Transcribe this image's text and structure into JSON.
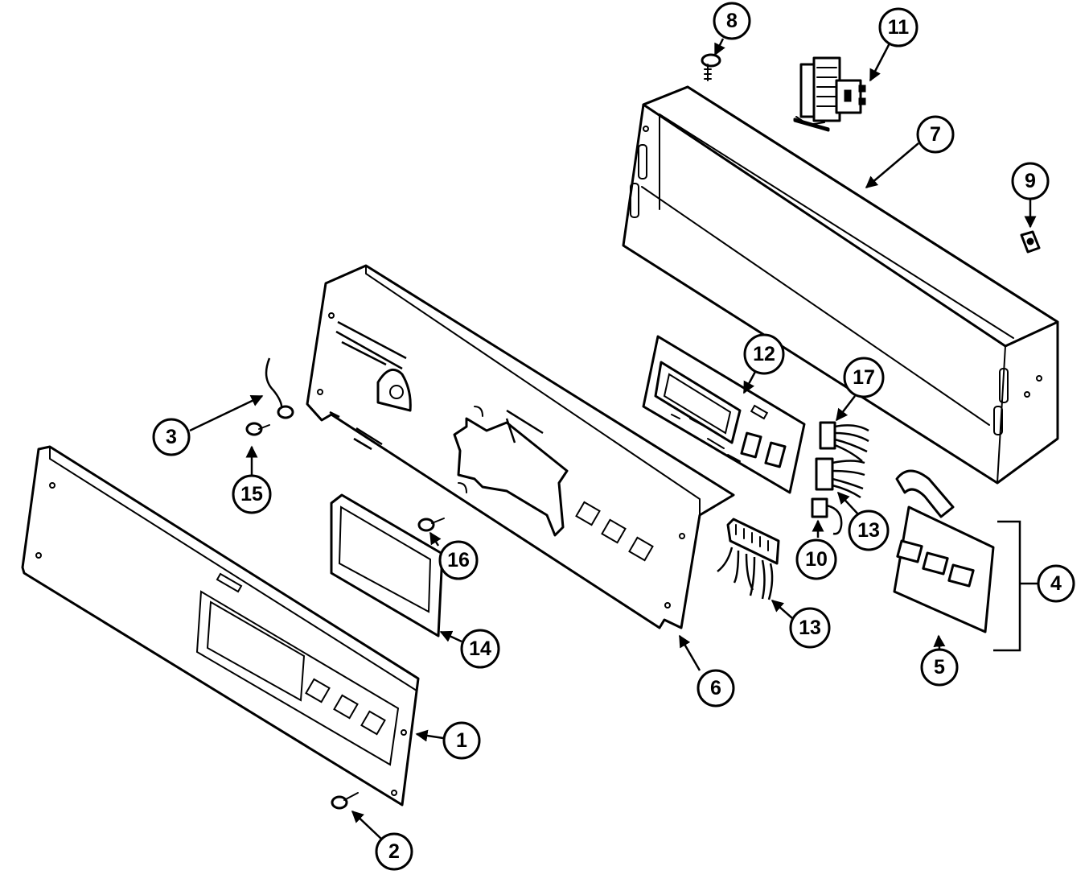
{
  "callouts": [
    {
      "id": "1",
      "label": "1"
    },
    {
      "id": "2",
      "label": "2"
    },
    {
      "id": "3",
      "label": "3"
    },
    {
      "id": "4",
      "label": "4"
    },
    {
      "id": "5",
      "label": "5"
    },
    {
      "id": "6",
      "label": "6"
    },
    {
      "id": "7",
      "label": "7"
    },
    {
      "id": "8",
      "label": "8"
    },
    {
      "id": "9",
      "label": "9"
    },
    {
      "id": "10",
      "label": "10"
    },
    {
      "id": "11",
      "label": "11"
    },
    {
      "id": "12",
      "label": "12"
    },
    {
      "id": "13a",
      "label": "13"
    },
    {
      "id": "13b",
      "label": "13"
    },
    {
      "id": "14",
      "label": "14"
    },
    {
      "id": "15",
      "label": "15"
    },
    {
      "id": "16",
      "label": "16"
    },
    {
      "id": "17",
      "label": "17"
    }
  ]
}
